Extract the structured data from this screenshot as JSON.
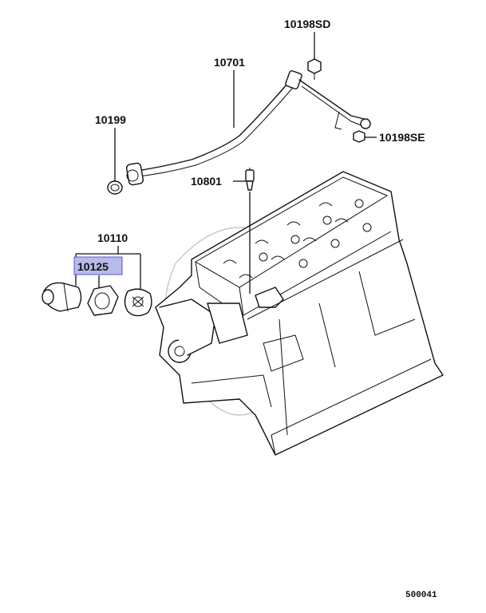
{
  "diagram": {
    "parts": [
      {
        "id": "p10198sd",
        "number": "10198SD",
        "highlighted": false
      },
      {
        "id": "p10701",
        "number": "10701",
        "highlighted": false
      },
      {
        "id": "p10199",
        "number": "10199",
        "highlighted": false
      },
      {
        "id": "p10198se",
        "number": "10198SE",
        "highlighted": false
      },
      {
        "id": "p10801",
        "number": "10801",
        "highlighted": false
      },
      {
        "id": "p10110",
        "number": "10110",
        "highlighted": false
      },
      {
        "id": "p10125",
        "number": "10125",
        "highlighted": true
      }
    ],
    "highlight_color": "#b9b9ea",
    "drawing_code": "500041"
  }
}
